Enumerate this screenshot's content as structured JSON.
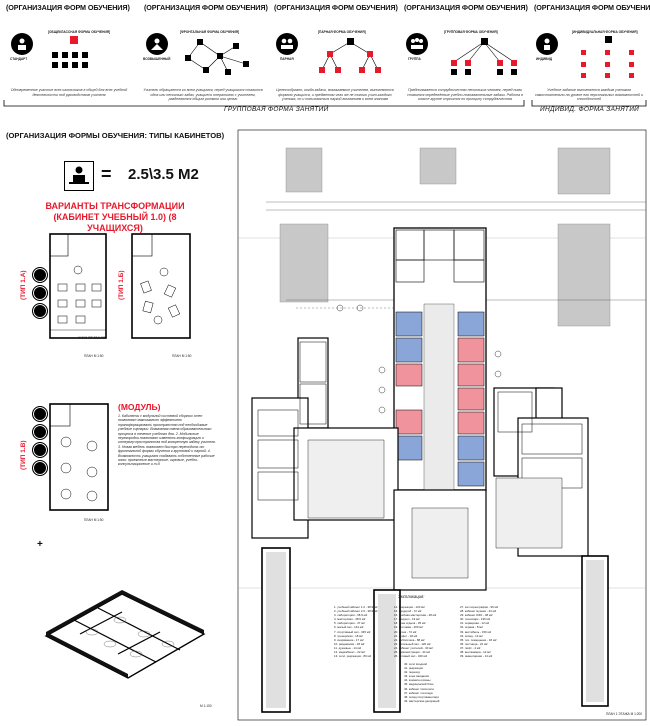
{
  "panels": [
    {
      "title": "(ОРГАНИЗАЦИЯ ФОРМ ОБУЧЕНИЯ)",
      "subtitle": "[ОБЩЕКЛАССНАЯ ФОРМА ОБУЧЕНИЯ]",
      "icon_label": "СТАНДАРТ",
      "caption": "Одновременное участие всех школьников в общей для всех учебной деятельности под руководством учителя"
    },
    {
      "title": "(ОРГАНИЗАЦИЯ ФОРМ ОБУЧЕНИЯ)",
      "subtitle": "[ФРОНТАЛЬНАЯ ФОРМА ОБУЧЕНИЯ]",
      "icon_label": "ВОЗВЫШЕННЫЙ",
      "caption": "Учитель обращается ко всем учащимся, перед учащимися ставится одна или несколько задач, учащиеся оперативно с учителем, разделяются общим ритмом или целью"
    },
    {
      "title": "(ОРГАНИЗАЦИЯ ФОРМ ОБУЧЕНИЯ)",
      "subtitle": "[ПАРНАЯ ФОРМА ОБУЧЕНИЯ]",
      "icon_label": "ПАРНАЯ",
      "caption": "Целесообразно, когда задачи, возлагаемые учителем, выполняются формою учащихся, и предметом чего же не только учит каждого ученика, но и пользоваться наукой вниманием к всем знаниям"
    },
    {
      "title": "(ОРГАНИЗАЦИЯ ФОРМ ОБУЧЕНИЯ)",
      "subtitle": "[ГРУППОВАЯ ФОРМА ОБУЧЕНИЯ]",
      "icon_label": "ГРУППА",
      "caption": "Предполагается сотрудничество нескольких человек, перед ними ставится определённые учебно-познавательные задачи. Работа в классе группе строится по принципу сотрудничества"
    },
    {
      "title": "(ОРГАНИЗАЦИЯ ФОРМ ОБУЧЕНИЯ)",
      "subtitle": "[ИНДИВИДУАЛЬНАЯ ФОРМА ОБУЧЕНИЯ]",
      "icon_label": "ИНДИВИД",
      "caption": "Учебное задание выполняется каждым учеником самостоятельно на уровне его персональных возможностей и способностей"
    }
  ],
  "group_labels": {
    "group": "ГРУППОВАЯ ФОРМА ЗАНЯТИЙ",
    "individual": "ИНДИВИД. ФОРМА ЗАНЯТИЙ"
  },
  "section_title": "(ОРГАНИЗАЦИЯ ФОРМЫ ОБУЧЕНИЯ: ТИПЫ КАБИНЕТОВ)",
  "area": {
    "equals": "=",
    "value": "2.5\\3.5 М2"
  },
  "variants": {
    "title_line1": "ВАРИАНТЫ ТРАНСФОРМАЦИИ",
    "title_line2": "(КАБИНЕТ УЧЕБНЫЙ 1.0) (8 УЧАЩИХСЯ)"
  },
  "plan_labels": {
    "type_a": "(ТИП 1.А)",
    "type_b": "(ТИП 1.Б)",
    "type_c": "(ТИП 1.В)",
    "cabinet": "КАБИНЕТ 37.9 М2",
    "scale_a": "ПЛАН М 1:50",
    "scale_b": "ПЛАН М 1:50",
    "scale_c": "ПЛАН М 1:50"
  },
  "module": {
    "title": "(МОДУЛЬ)",
    "text": "1. Кабинеты с модульной системой сборных стен позволяют максимально эффективно трансформировать пространство под необходимые учебные сценарии. Возможная смена образовательного процесса в течение учебного дня. 2. Мобильные перегородки позволяют изменять конфигурацию и интерьер пространства под конкретную задачу учителя. 3. Новая мебель позволяет быстро переходить от фронтальной формы обучения к групповой и парной. 4. Возможность учащимся создавать собственные рабочие зоны: проектные мастерские, игровые, учебно-консультационные и т.д."
  },
  "axo_scale": "М 1:100",
  "plan_scale": "ПЛАН 1 ЭТАЖА М 1:200",
  "explication": {
    "title": "Экспликация:",
    "col1": [
      "1. учебный кабинет 1.0 - 38.9 м2",
      "2. учебный кабинет 2.0 - 38.9 м2",
      "3. лаборатория - 38.9 м2",
      "4. мастерская - 38.9 м2",
      "5. лаборатория - 47 м2",
      "6. малый зал - 144 м2",
      "7. спортивный зал - 345 м2",
      "8. тренерская - 18 м2",
      "9. снаряжение - 17 м2",
      "10. раздевалки - 18 м2",
      "11. душевые - 14 м2",
      "12. медкабинет - 22 м2",
      "13. холл, рекреация - 80 м2"
    ],
    "col2": [
      "14. рекреация - 120 м2",
      "15. гардероб - 72 м2",
      "16. учебная мастерская - 48 м2",
      "17. санузел - 19 м2",
      "18. зона отдыха - 35 м2",
      "19. столовая - 200 м2",
      "20. кухня - 72 м2",
      "21. буфет - 18 м2",
      "22. библиотека - 88 м2",
      "23. читальный зал - 120 м2",
      "24. кабинет учителей - 30 м2",
      "25. администрация - 44 м2",
      "26. актовый зал - 320 м2"
    ],
    "col3": [
      "27. зал хореографии - 96 м2",
      "28. кабинет музыки - 44 м2",
      "29. кабинет ИЗО - 48 м2",
      "30. технопарк - 136 м2",
      "31. серверная - 12 м2",
      "32. охрана - 8 м2",
      "33. вестибюль - 150 м2",
      "34. склад - 12 м2",
      "35. тех. помещение - 18 м2",
      "36. лестница - 22 м2",
      "37. лифт - 4 м2",
      "38. венткамера - 12 м2",
      "39. инвентарная - 14 м2"
    ],
    "col4": [
      "40. холл входной",
      "41. рекреация",
      "42. переход",
      "43. зона ожидания",
      "44. комната охраны",
      "45. медицинский блок",
      "46. кабинет психолога",
      "47. кабинет логопеда",
      "48. склад спортинвентаря",
      "49. мастерская декораций"
    ]
  }
}
